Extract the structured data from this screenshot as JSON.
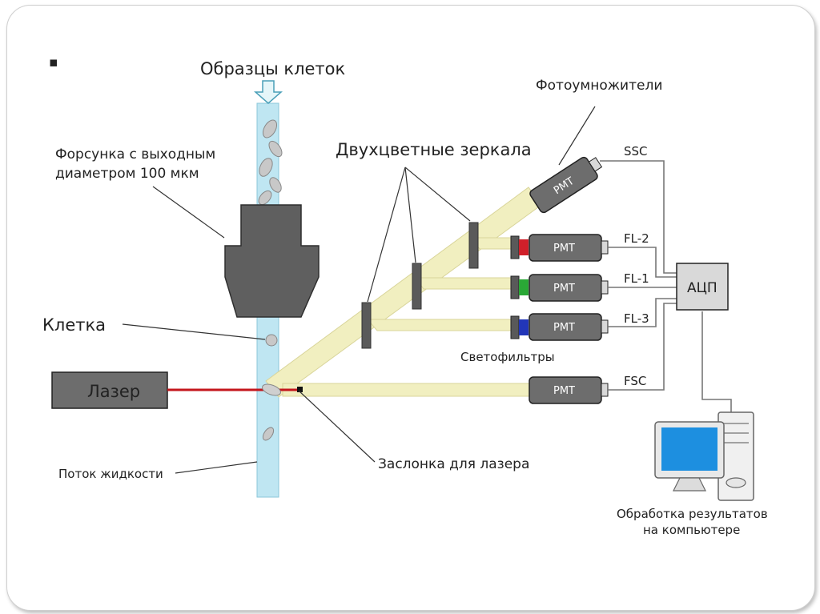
{
  "labels": {
    "samples": "Образцы клеток",
    "nozzle_line1": "Форсунка с выходным",
    "nozzle_line2": "диаметром 100 мкм",
    "cell": "Клетка",
    "laser": "Лазер",
    "fluid_stream": "Поток жидкости",
    "dichroic_mirrors": "Двухцветные зеркала",
    "photomultipliers": "Фотоумножители",
    "filters": "Светофильтры",
    "laser_shutter": "Заслонка для лазера",
    "adc": "АЦП",
    "computer_line1": "Обработка результатов",
    "computer_line2": "на компьютере",
    "bullet": "▪"
  },
  "pmt_label": "PMT",
  "channels": [
    "SSC",
    "FL-2",
    "FL-1",
    "FL-3",
    "FSC"
  ],
  "colors": {
    "stream": "#bfe6f2",
    "beam": "#f1efc0",
    "laser_beam": "#c4161c",
    "filter_red": "#d0202a",
    "filter_green": "#2aa836",
    "filter_blue": "#2236b8",
    "pmt": "#6d6d6d",
    "monitor": "#1d8fe0"
  }
}
